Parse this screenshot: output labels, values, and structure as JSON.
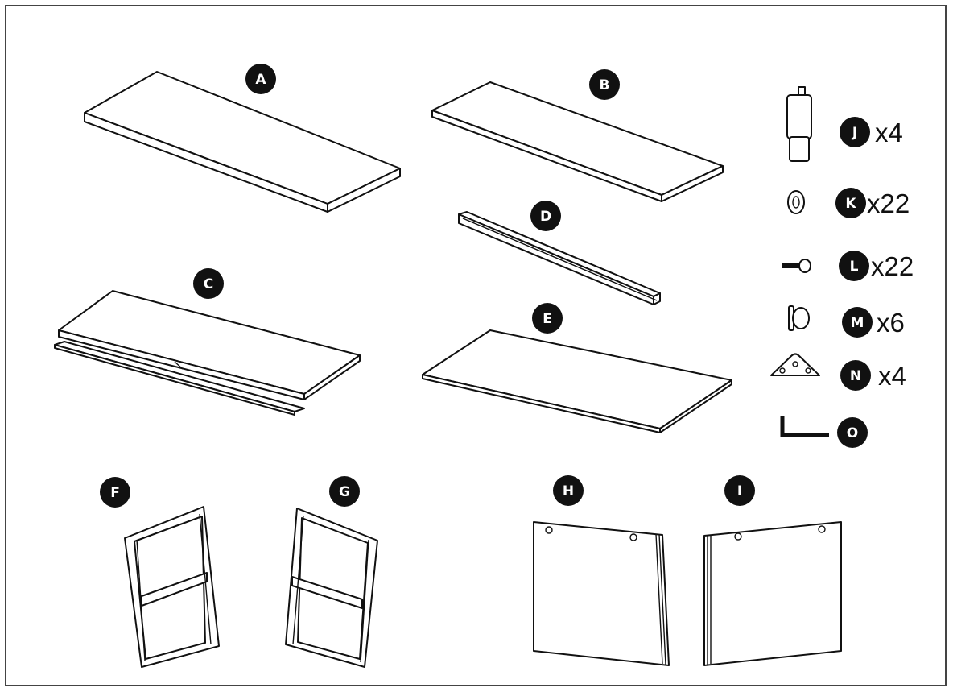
{
  "parts": [
    {
      "id": "part-a",
      "label": "A"
    },
    {
      "id": "part-b",
      "label": "B"
    },
    {
      "id": "part-c",
      "label": "C"
    },
    {
      "id": "part-d",
      "label": "D"
    },
    {
      "id": "part-e",
      "label": "E"
    },
    {
      "id": "part-f",
      "label": "F"
    },
    {
      "id": "part-g",
      "label": "G"
    },
    {
      "id": "part-h",
      "label": "H"
    },
    {
      "id": "part-i",
      "label": "I"
    }
  ],
  "hardware": [
    {
      "id": "hardware-j",
      "label": "J",
      "qty": "x4"
    },
    {
      "id": "hardware-k",
      "label": "K",
      "qty": "x22"
    },
    {
      "id": "hardware-l",
      "label": "L",
      "qty": "x22"
    },
    {
      "id": "hardware-m",
      "label": "M",
      "qty": "x6"
    },
    {
      "id": "hardware-n",
      "label": "N",
      "qty": "x4"
    },
    {
      "id": "hardware-o",
      "label": "O",
      "qty": ""
    }
  ],
  "colors": {
    "line": "#111111",
    "badge": "#111111",
    "frame": "#444444"
  }
}
